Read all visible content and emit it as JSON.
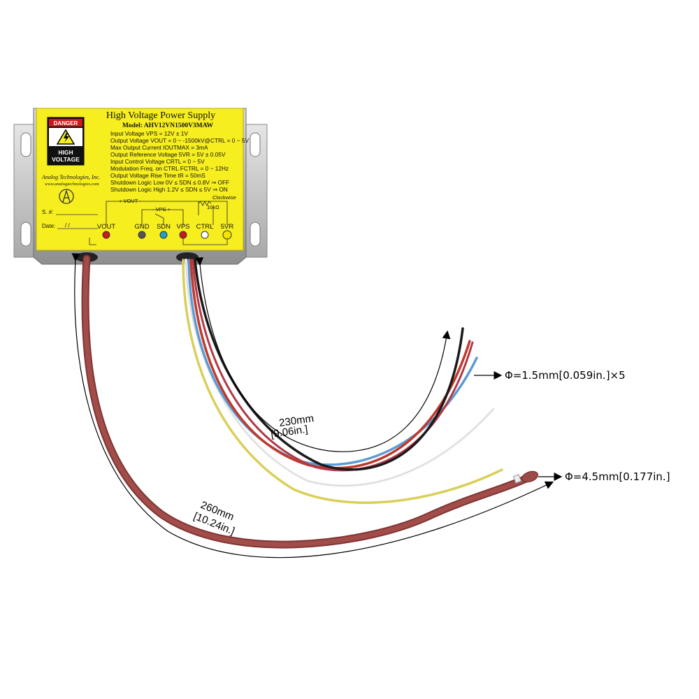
{
  "product": {
    "title": "High Voltage Power Supply",
    "model": "Model: AHV12VN1500V3MAW",
    "specs": [
      "Input Voltage VPS = 12V ± 1V",
      "Output Voltage VOUT = 0 ~ -1500kV@CTRL = 0 ~ 5V",
      "Max Output Current IOUTMAX = 3mA",
      "Output Reference Voltage 5VR = 5V ± 0.05V",
      "Input Control Voltage CRTL = 0 ~ 5V",
      "Modulation Freq. on CTRL FCTRL = 0 ~ 12Hz",
      "Output Voltage Rise Time tR = 50mS",
      "Shutdown Logic Low 0V ≤ SDN ≤ 0.8V ⇒ OFF",
      "Shutdown Logic High 1.2V ≤ SDN ≤ 5V ⇒ ON"
    ],
    "brand": "Analog Technologies, Inc.",
    "website": "www.analogtechnologies.com",
    "serial_label": "S. #:",
    "date_label": "Date:",
    "date_value": "/     /"
  },
  "warning": {
    "danger": "DANGER",
    "line1": "HIGH",
    "line2": "VOLTAGE"
  },
  "schematic": {
    "vout_bus": "+ VOUT -",
    "vps_bus": "- VPS +",
    "clockwise": "Clockwise",
    "pot_value": "10kΩ"
  },
  "terminals": [
    {
      "label": "VOUT",
      "color": "#cc1a1a"
    },
    {
      "label": "GND",
      "color": "#555555"
    },
    {
      "label": "SDN",
      "color": "#1fa0c8"
    },
    {
      "label": "VPS",
      "color": "#cc1a1a"
    },
    {
      "label": "CTRL",
      "color": "#ffffff"
    },
    {
      "label": "5VR",
      "color": "#f4e500"
    }
  ],
  "dimensions": {
    "thin_len_mm": "230mm",
    "thin_len_in": "[9.06in.]",
    "thick_len_mm": "260mm",
    "thick_len_in": "[10.24in.]",
    "thin_diam": "Φ=1.5mm[0.059in.]×5",
    "thick_diam": "Φ=4.5mm[0.177in.]"
  },
  "colors": {
    "label_yellow": "#f6ee1e",
    "housing": "#c9c9c9",
    "hv_cable": "#9b4a47",
    "wire_red": "#c0392b",
    "wire_blue": "#5b9bd5",
    "wire_black": "#1a1a1a",
    "wire_white": "#f2f2f2",
    "wire_yellow": "#d9cf5a"
  }
}
